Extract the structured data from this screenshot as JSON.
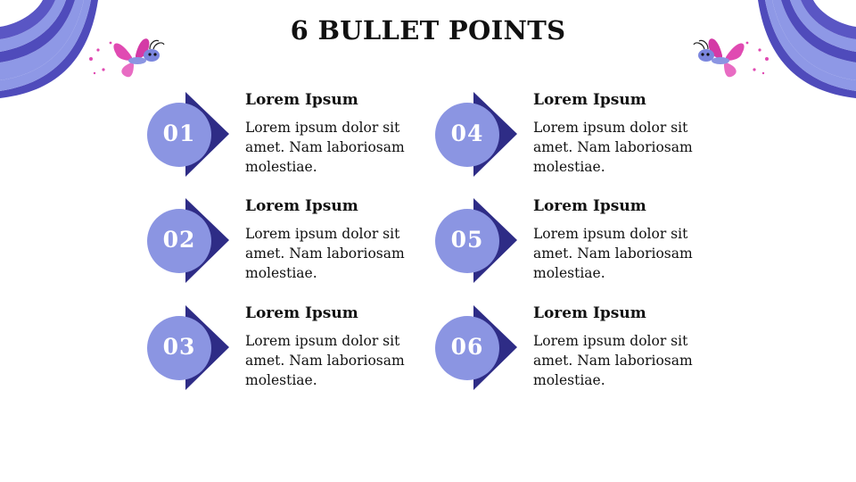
{
  "slide": {
    "title": "6 BULLET POINTS",
    "colors": {
      "circle": "#8b95e2",
      "arrow": "#2e2c86",
      "band_light": "#8e98e6",
      "band_dark": "#4f4bbb",
      "butterfly_pink": "#e04ab2",
      "butterfly_blue": "#7b86de"
    },
    "items": [
      {
        "number": "01",
        "heading": "Lorem Ipsum",
        "body": "Lorem ipsum dolor sit amet. Nam laboriosam molestiae."
      },
      {
        "number": "02",
        "heading": "Lorem Ipsum",
        "body": "Lorem ipsum dolor sit amet. Nam laboriosam molestiae."
      },
      {
        "number": "03",
        "heading": "Lorem Ipsum",
        "body": "Lorem ipsum dolor sit amet. Nam laboriosam molestiae."
      },
      {
        "number": "04",
        "heading": "Lorem Ipsum",
        "body": "Lorem ipsum dolor sit amet. Nam laboriosam molestiae."
      },
      {
        "number": "05",
        "heading": "Lorem Ipsum",
        "body": "Lorem ipsum dolor sit amet. Nam laboriosam molestiae."
      },
      {
        "number": "06",
        "heading": "Lorem Ipsum",
        "body": "Lorem ipsum dolor sit amet. Nam laboriosam molestiae."
      }
    ]
  }
}
